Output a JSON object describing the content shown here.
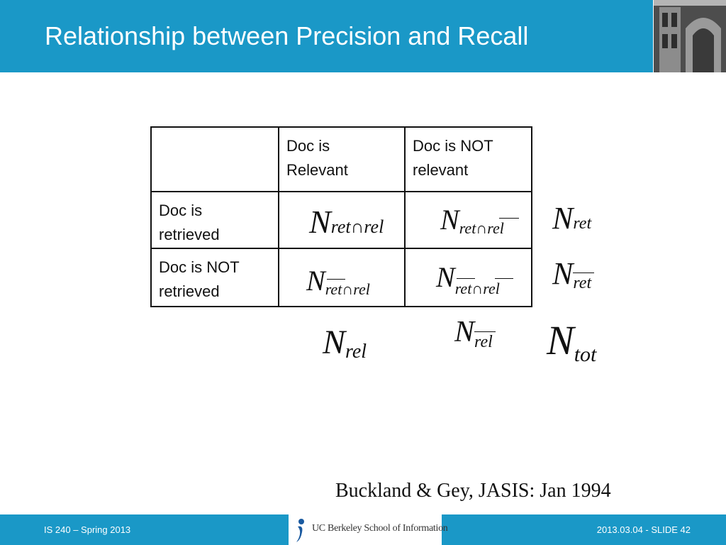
{
  "slide": {
    "title": "Relationship between Precision and Recall",
    "citation": "Buckland & Gey,  JASIS: Jan 1994"
  },
  "table": {
    "header": [
      "",
      "Doc is\nRelevant",
      "Doc is NOT\nrelevant"
    ],
    "rows": [
      {
        "label": "Doc is\nretrieved"
      },
      {
        "label": "Doc is NOT\nretrieved"
      }
    ]
  },
  "formulas": {
    "ret_rel": {
      "base": "N",
      "sub": "ret∩rel"
    },
    "ret_notrel": {
      "base": "N",
      "sub": "ret∩rel"
    },
    "notret_rel": {
      "base": "N",
      "sub": "ret∩rel"
    },
    "notret_notrel": {
      "base": "N",
      "sub": "ret∩rel"
    },
    "ret": {
      "base": "N",
      "sub": "ret"
    },
    "notret": {
      "base": "N",
      "sub": "ret"
    },
    "rel": {
      "base": "N",
      "sub": "rel"
    },
    "notrel": {
      "base": "N",
      "sub": "rel"
    },
    "tot": {
      "base": "N",
      "sub": "tot"
    }
  },
  "footer": {
    "left": "IS 240 – Spring 2013",
    "logo_text": "UC Berkeley School of Information",
    "right": "2013.03.04 - SLIDE 42"
  },
  "colors": {
    "brand_blue": "#1a98c7",
    "text": "#111111"
  }
}
